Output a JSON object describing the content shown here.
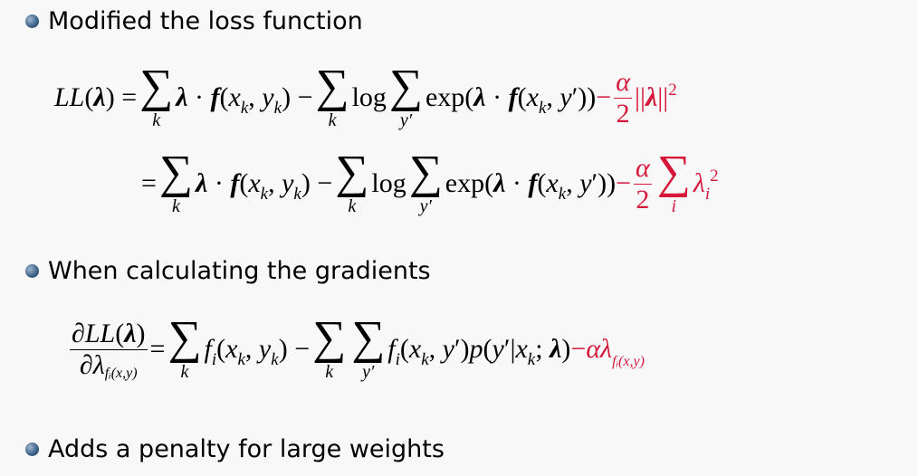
{
  "colors": {
    "accent": "#d6173a",
    "bullet": "#3a5f85"
  },
  "bullets": [
    {
      "label": "Modified the loss function"
    },
    {
      "label": "When calculating the gradients"
    },
    {
      "label": "Adds a penalty for large weights"
    }
  ],
  "equations": [
    {
      "id": "loss-function",
      "tokens": [
        {
          "t": "txt",
          "s": [
            [
              "LL",
              "i"
            ],
            [
              "(",
              "r"
            ],
            [
              "λ",
              "b"
            ],
            [
              ")",
              "r"
            ],
            [
              " = ",
              "r"
            ]
          ]
        },
        {
          "t": "sum",
          "lim": "k"
        },
        {
          "t": "txt",
          "s": [
            [
              "λ",
              "b"
            ],
            [
              " · ",
              "r"
            ],
            [
              "f",
              "b"
            ],
            [
              "(",
              "r"
            ],
            [
              "x",
              "i"
            ],
            [
              "k",
              "sub"
            ],
            [
              ", ",
              "r"
            ],
            [
              "y",
              "i"
            ],
            [
              "k",
              "sub"
            ],
            [
              ")",
              "r"
            ],
            [
              " − ",
              "r"
            ]
          ]
        },
        {
          "t": "sum",
          "lim": "k"
        },
        {
          "t": "txt",
          "s": [
            [
              "log",
              "r"
            ]
          ]
        },
        {
          "t": "sum",
          "lim": "y′"
        },
        {
          "t": "txt",
          "s": [
            [
              "exp(",
              "r"
            ],
            [
              "λ",
              "b"
            ],
            [
              " · ",
              "r"
            ],
            [
              "f",
              "b"
            ],
            [
              "(",
              "r"
            ],
            [
              "x",
              "i"
            ],
            [
              "k",
              "sub"
            ],
            [
              ", ",
              "r"
            ],
            [
              "y",
              "i"
            ],
            [
              "′",
              "r"
            ],
            [
              "))",
              "r"
            ]
          ]
        },
        {
          "t": "txt",
          "red": true,
          "s": [
            [
              "−",
              "r"
            ]
          ]
        },
        {
          "t": "frac",
          "red": true,
          "num": "α",
          "den": "2"
        },
        {
          "t": "txt",
          "red": true,
          "s": [
            [
              "||",
              "r"
            ],
            [
              "λ",
              "b"
            ],
            [
              "||",
              "r"
            ],
            [
              "2",
              "sup"
            ]
          ]
        }
      ]
    },
    {
      "id": "loss-function-expanded",
      "tokens": [
        {
          "t": "txt",
          "s": [
            [
              "= ",
              "r"
            ]
          ]
        },
        {
          "t": "sum",
          "lim": "k"
        },
        {
          "t": "txt",
          "s": [
            [
              "λ",
              "b"
            ],
            [
              " · ",
              "r"
            ],
            [
              "f",
              "b"
            ],
            [
              "(",
              "r"
            ],
            [
              "x",
              "i"
            ],
            [
              "k",
              "sub"
            ],
            [
              ", ",
              "r"
            ],
            [
              "y",
              "i"
            ],
            [
              "k",
              "sub"
            ],
            [
              ")",
              "r"
            ],
            [
              " − ",
              "r"
            ]
          ]
        },
        {
          "t": "sum",
          "lim": "k"
        },
        {
          "t": "txt",
          "s": [
            [
              "log",
              "r"
            ]
          ]
        },
        {
          "t": "sum",
          "lim": "y′"
        },
        {
          "t": "txt",
          "s": [
            [
              "exp(",
              "r"
            ],
            [
              "λ",
              "b"
            ],
            [
              " · ",
              "r"
            ],
            [
              "f",
              "b"
            ],
            [
              "(",
              "r"
            ],
            [
              "x",
              "i"
            ],
            [
              "k",
              "sub"
            ],
            [
              ", ",
              "r"
            ],
            [
              "y",
              "i"
            ],
            [
              "′",
              "r"
            ],
            [
              "))",
              "r"
            ]
          ]
        },
        {
          "t": "txt",
          "red": true,
          "s": [
            [
              "−",
              "r"
            ]
          ]
        },
        {
          "t": "frac",
          "red": true,
          "num": "α",
          "den": "2"
        },
        {
          "t": "sum",
          "red": true,
          "lim": "i"
        },
        {
          "t": "txt",
          "red": true,
          "s": [
            [
              "λ",
              "i"
            ],
            [
              "i",
              "sub"
            ],
            [
              "2",
              "sup"
            ]
          ]
        }
      ]
    },
    {
      "id": "gradient",
      "tokens": [
        {
          "t": "frac",
          "numS": [
            [
              "∂",
              "r"
            ],
            [
              "LL",
              "i"
            ],
            [
              "(",
              "r"
            ],
            [
              "λ",
              "b"
            ],
            [
              ")",
              "r"
            ]
          ],
          "denS": [
            [
              "∂",
              "r"
            ],
            [
              "λ",
              "i"
            ],
            [
              "fᵢ(x,y)",
              "subr"
            ]
          ]
        },
        {
          "t": "txt",
          "s": [
            [
              " = ",
              "r"
            ]
          ]
        },
        {
          "t": "sum",
          "lim": "k"
        },
        {
          "t": "txt",
          "s": [
            [
              "f",
              "i"
            ],
            [
              "i",
              "sub"
            ],
            [
              "(",
              "r"
            ],
            [
              "x",
              "i"
            ],
            [
              "k",
              "sub"
            ],
            [
              ", ",
              "r"
            ],
            [
              "y",
              "i"
            ],
            [
              "k",
              "sub"
            ],
            [
              ")",
              "r"
            ],
            [
              " − ",
              "r"
            ]
          ]
        },
        {
          "t": "sum",
          "lim": "k"
        },
        {
          "t": "sum",
          "lim": "y′"
        },
        {
          "t": "txt",
          "s": [
            [
              "f",
              "i"
            ],
            [
              "i",
              "sub"
            ],
            [
              "(",
              "r"
            ],
            [
              "x",
              "i"
            ],
            [
              "k",
              "sub"
            ],
            [
              ", ",
              "r"
            ],
            [
              "y",
              "i"
            ],
            [
              "′",
              "r"
            ],
            [
              ")",
              "r"
            ],
            [
              "p",
              "i"
            ],
            [
              "(",
              "r"
            ],
            [
              "y",
              "i"
            ],
            [
              "′",
              "r"
            ],
            [
              "|",
              "r"
            ],
            [
              "x",
              "i"
            ],
            [
              "k",
              "sub"
            ],
            [
              "; ",
              "r"
            ],
            [
              "λ",
              "b"
            ],
            [
              ")",
              "r"
            ]
          ]
        },
        {
          "t": "txt",
          "red": true,
          "s": [
            [
              "−",
              "r"
            ],
            [
              "αλ",
              "i"
            ],
            [
              "fᵢ(x,y)",
              "subr"
            ]
          ]
        }
      ]
    }
  ]
}
